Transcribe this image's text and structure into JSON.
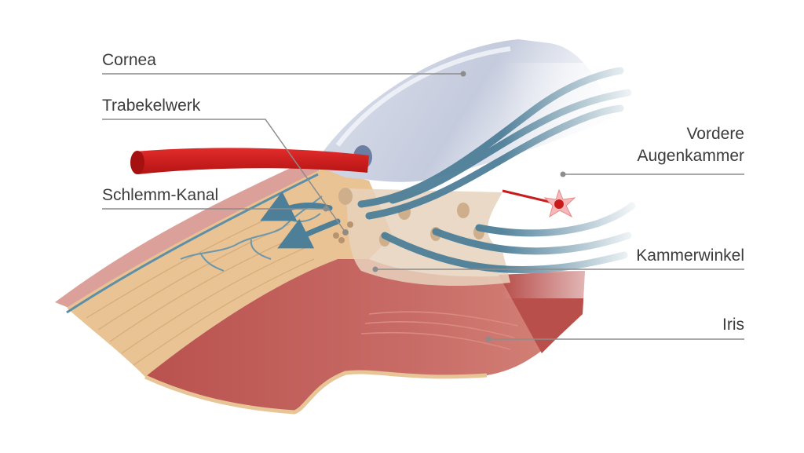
{
  "labels": {
    "cornea": "Cornea",
    "trabekelwerk": "Trabekelwerk",
    "schlemm": "Schlemm-Kanal",
    "vordere_line1": "Vordere",
    "vordere_line2": "Augenkammer",
    "kammerwinkel": "Kammerwinkel",
    "iris": "Iris"
  },
  "colors": {
    "label_text": "#3c3c3c",
    "leader_line": "#8c8c8c",
    "cornea": "#c9cfe0",
    "sclera": "#e7c08e",
    "iris": "#c2605e",
    "vessel": "#d01c1c",
    "flow": "#4e7f98"
  }
}
